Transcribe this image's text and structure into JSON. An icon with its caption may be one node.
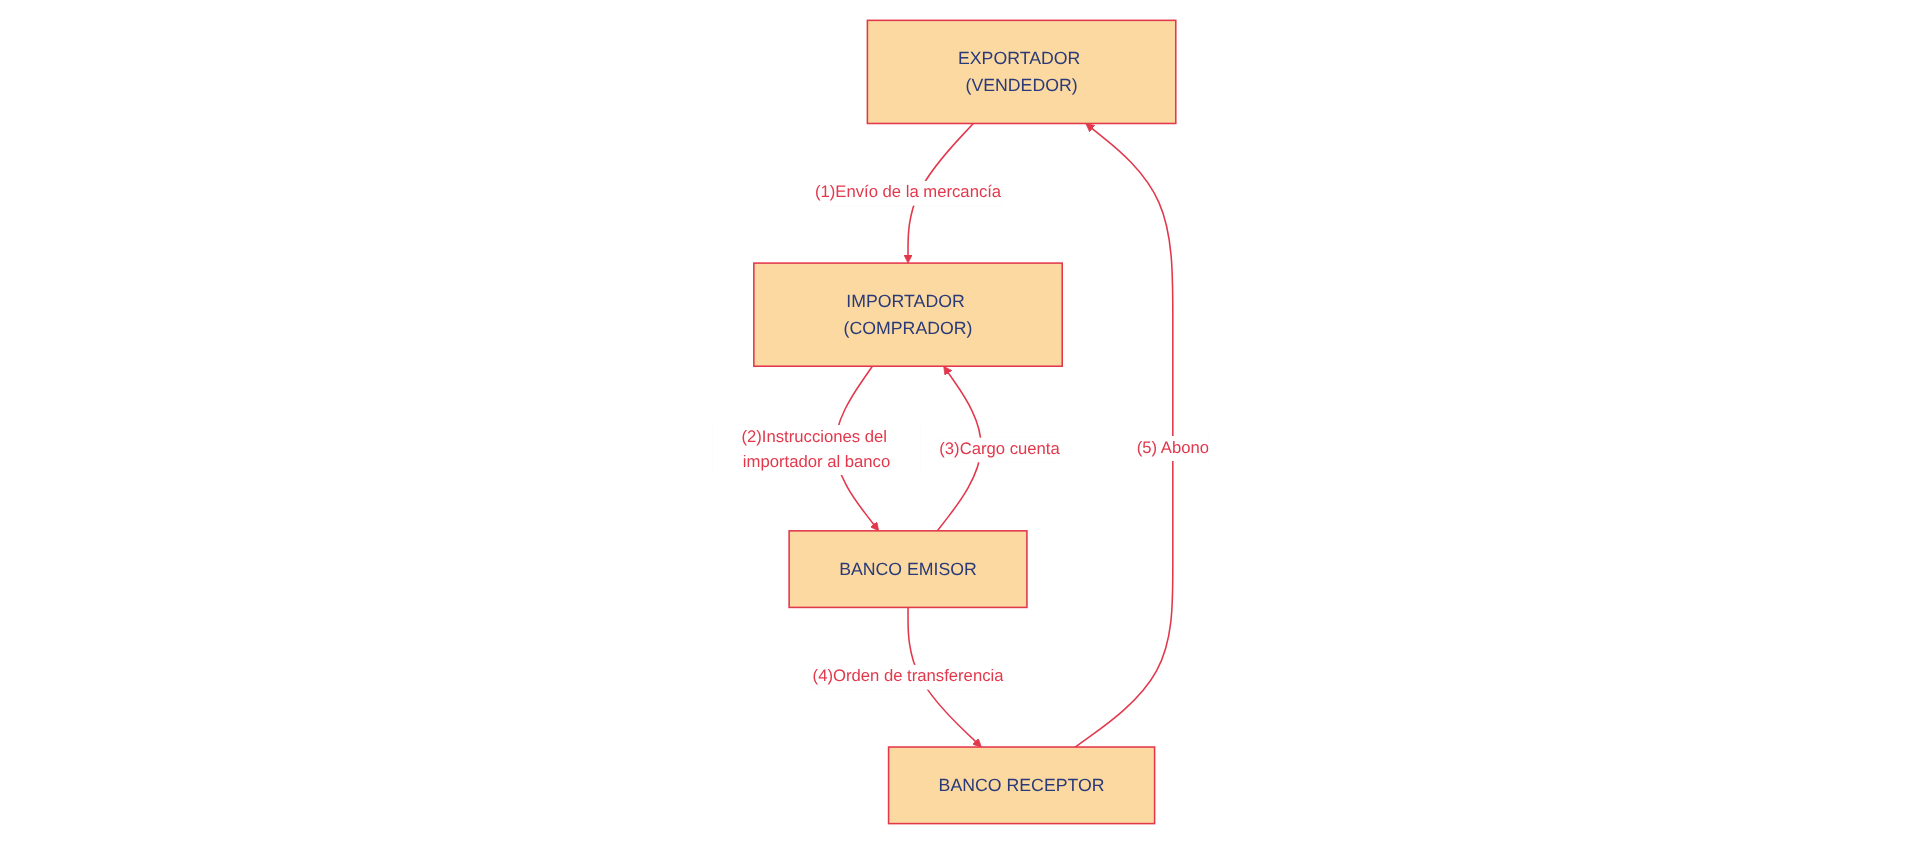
{
  "diagram": {
    "nodes": [
      {
        "text": [
          "EXPORTADOR (VENDEDOR)"
        ]
      },
      {
        "text": [
          "IMPORTADOR (COMPRADOR)"
        ]
      },
      {
        "text": [
          "BANCO RECEPTOR"
        ]
      },
      {
        "text": [
          "BANCO EMISOR"
        ]
      }
    ],
    "edges": [
      {
        "from": 0,
        "to": 1,
        "arrow": "to",
        "label": "(1)Envío de la mercancía"
      },
      {
        "from": 1,
        "to": 3,
        "arrow": "to",
        "label": "(2)Instrucciones del importador al banco"
      },
      {
        "from": 3,
        "to": 1,
        "arrow": "to",
        "label": "(3)Cargo cuenta"
      },
      {
        "from": 3,
        "to": 2,
        "arrow": "to",
        "label": "(4)Orden de transferencia"
      },
      {
        "from": 2,
        "to": 0,
        "arrow": "to",
        "label": "(5) Abono"
      }
    ]
  }
}
